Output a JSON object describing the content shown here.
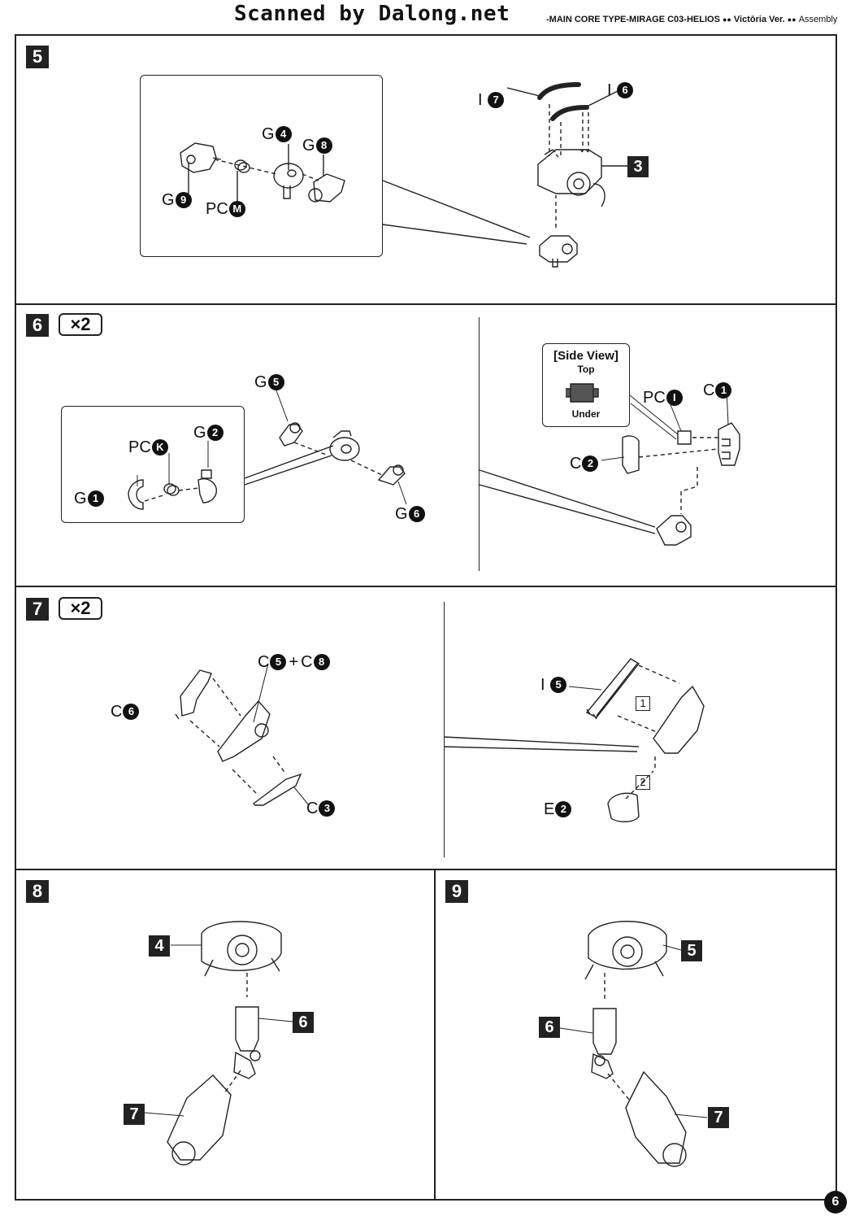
{
  "header": {
    "scanned_by": "Scanned by Dalong.net",
    "subtitle_left": "-MAIN CORE TYPE-MIRAGE  C03-HELIOS",
    "subtitle_ver": "Victōria Ver.",
    "subtitle_assembly": "Assembly"
  },
  "steps": {
    "s5": {
      "badge": "5",
      "inset_labels": {
        "g4": {
          "prefix": "G",
          "num": "4"
        },
        "g8": {
          "prefix": "G",
          "num": "8"
        },
        "g9": {
          "prefix": "G",
          "num": "9"
        },
        "pcm": {
          "prefix": "PC",
          "num": "M"
        }
      },
      "labels": {
        "i7": {
          "prefix": "I",
          "num": "7"
        },
        "i6": {
          "prefix": "I",
          "num": "6"
        }
      },
      "ref_badge": "3"
    },
    "s6": {
      "badge": "6",
      "multiplier": "×2",
      "inset_labels": {
        "g1": {
          "prefix": "G",
          "num": "1"
        },
        "pck": {
          "prefix": "PC",
          "num": "K"
        },
        "g2": {
          "prefix": "G",
          "num": "2"
        }
      },
      "labels": {
        "g5": {
          "prefix": "G",
          "num": "5"
        },
        "g6": {
          "prefix": "G",
          "num": "6"
        },
        "pci": {
          "prefix": "PC",
          "num": "I"
        },
        "c1": {
          "prefix": "C",
          "num": "1"
        },
        "c2": {
          "prefix": "C",
          "num": "2"
        }
      },
      "side_view": {
        "title": "[Side View]",
        "top": "Top",
        "under": "Under"
      }
    },
    "s7": {
      "badge": "7",
      "multiplier": "×2",
      "labels": {
        "c5c8": {
          "prefix": "C",
          "num": "5",
          "plus": "+",
          "prefix2": "C",
          "num2": "8"
        },
        "c6": {
          "prefix": "C",
          "num": "6"
        },
        "c3": {
          "prefix": "C",
          "num": "3"
        },
        "i5": {
          "prefix": "I",
          "num": "5"
        },
        "e2": {
          "prefix": "E",
          "num": "2"
        }
      },
      "order": [
        "1",
        "2"
      ]
    },
    "s8": {
      "badge": "8",
      "refs": [
        "4",
        "6",
        "7"
      ]
    },
    "s9": {
      "badge": "9",
      "refs": [
        "5",
        "6",
        "7"
      ]
    }
  },
  "page_number": "6"
}
